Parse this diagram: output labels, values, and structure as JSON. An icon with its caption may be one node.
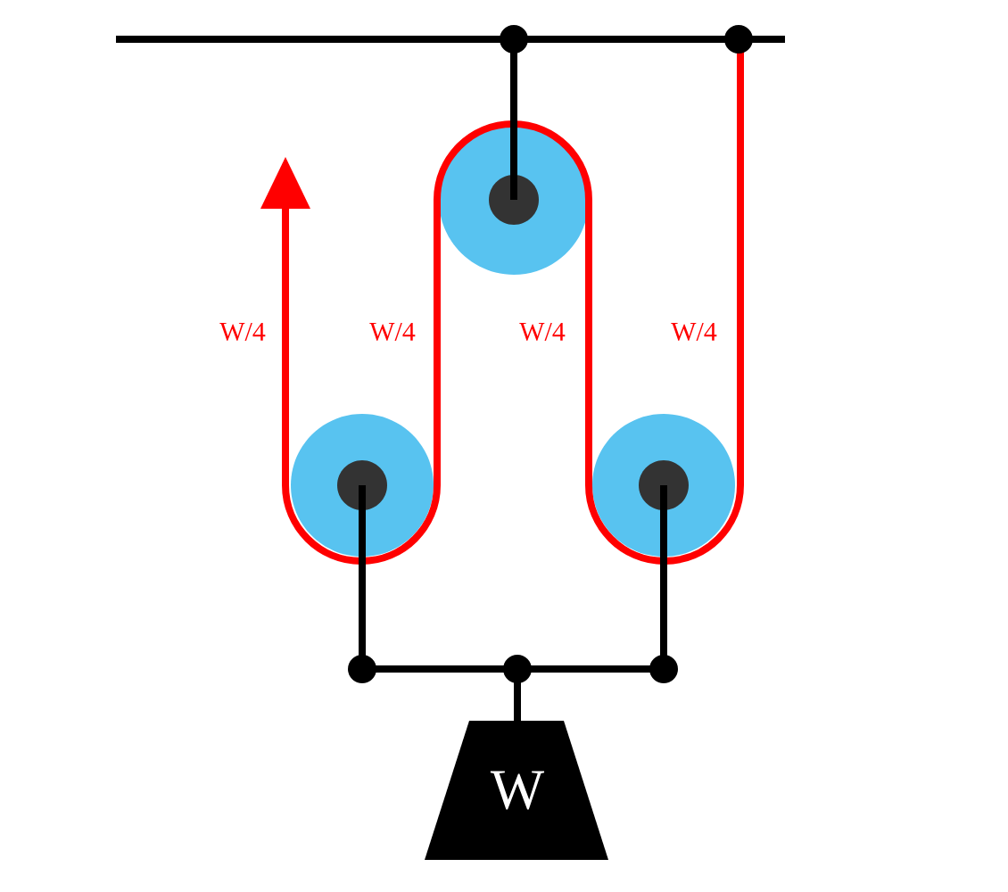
{
  "diagram": {
    "nodes": [
      {
        "text": [
          "W"
        ]
      }
    ],
    "labels": [
      "W/4",
      "W/4",
      "W/4",
      "W/4"
    ]
  }
}
